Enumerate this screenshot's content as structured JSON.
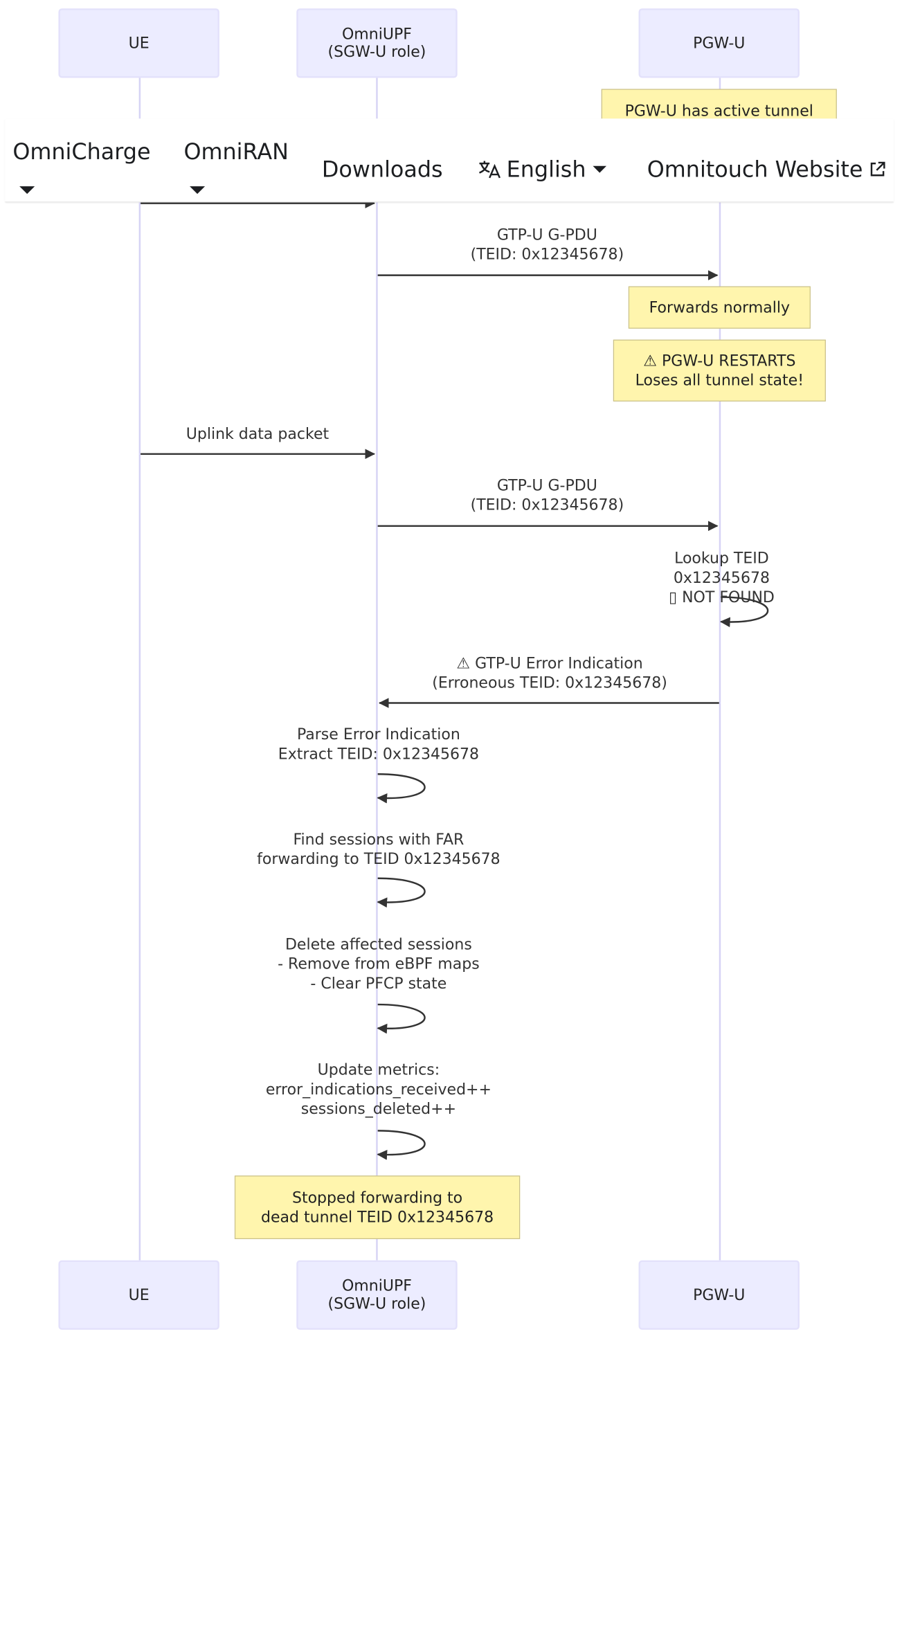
{
  "actors": [
    {
      "id": "ue",
      "label": "UE"
    },
    {
      "id": "upf",
      "label": "OmniUPF\n(SGW-U role)"
    },
    {
      "id": "pgw",
      "label": "PGW-U"
    }
  ],
  "notes": {
    "active_tunnel": "PGW-U has active tunnel",
    "forwards": "Forwards normally",
    "restart": "⚠ PGW-U RESTARTS\nLoses all tunnel state!",
    "stopped": "Stopped forwarding to\ndead tunnel TEID 0x12345678"
  },
  "messages": {
    "gpdu1": "GTP-U G-PDU\n(TEID: 0x12345678)",
    "uplink": "Uplink data packet",
    "gpdu2": "GTP-U G-PDU\n(TEID: 0x12345678)",
    "lookup": "Lookup TEID 0x12345678\n▯ NOT FOUND",
    "error_ind": "⚠ GTP-U Error Indication\n(Erroneous TEID: 0x12345678)",
    "parse": "Parse Error Indication\nExtract TEID: 0x12345678",
    "find": "Find sessions with FAR\nforwarding to TEID 0x12345678",
    "delete": "Delete affected sessions\n- Remove from eBPF maps\n- Clear PFCP state",
    "metrics": "Update metrics:\nerror_indications_received++\nsessions_deleted++"
  },
  "navbar": {
    "omnicharge": "OmniCharge",
    "omniran": "OmniRAN",
    "downloads": "Downloads",
    "language": "English",
    "website": "Omnitouch Website"
  },
  "colors": {
    "actor_fill": "#ececff",
    "actor_border": "#e3e1fb",
    "lifeline": "#d6d3f5",
    "note_fill": "#fff5ad",
    "note_border": "#c9c08a",
    "arrow": "#333333"
  }
}
